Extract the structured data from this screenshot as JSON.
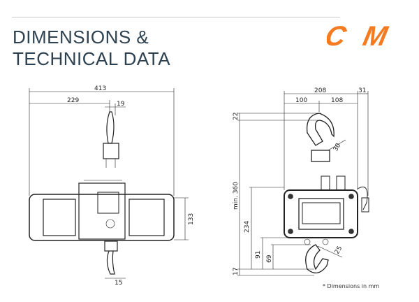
{
  "header": {
    "title_line1": "DIMENSIONS &",
    "title_line2": "TECHNICAL DATA",
    "logo_text": "CM",
    "brand_color": "#f47b20",
    "title_color": "#2e4150"
  },
  "front_view": {
    "overall_width": "413",
    "hook_offset": "229",
    "hook_width": "19",
    "body_height": "133",
    "bottom_hook_width": "15"
  },
  "side_view": {
    "overall_depth": "208",
    "control_depth": "31",
    "front_half": "100",
    "rear_half": "108",
    "top_hook_height": "22",
    "headroom": "min. 360",
    "body_to_hook": "234",
    "hook_block": "91",
    "hook_length": "69",
    "hook_bottom": "17",
    "top_hook_opening": "30",
    "bottom_hook_opening": "25"
  },
  "footnote": "* Dimensions in mm"
}
